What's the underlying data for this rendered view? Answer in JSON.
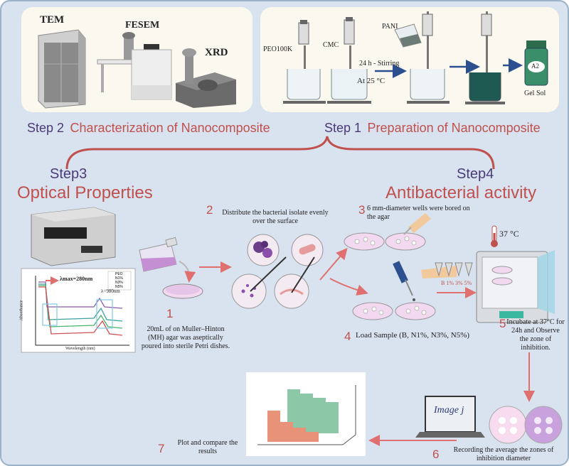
{
  "top_left_panel": {
    "tem_label": "TEM",
    "fesem_label": "FESEM",
    "xrd_label": "XRD"
  },
  "top_right_panel": {
    "peo_label": "PEO100K",
    "cmc_label": "CMC",
    "pani_label": "PANI",
    "stirring_label": "24 h - Stirring",
    "temperature_label": "At 25 °C",
    "vial_label": "A2",
    "gel_label": "Gel Sol"
  },
  "step2": {
    "number": "Step 2",
    "title": "Characterization of Nanocomposite"
  },
  "step1": {
    "number": "Step 1",
    "title": "Preparation of Nanocomposite"
  },
  "step3": {
    "number": "Step3",
    "title": "Optical Properties"
  },
  "step4": {
    "number": "Step4",
    "title": "Antibacterial activity"
  },
  "spectrum": {
    "lambda_max_label": "λmax=280nm",
    "peak2_label": "λ=980nm",
    "y_axis_label": "Absorbance",
    "x_axis_label": "Wavelength (nm)",
    "legend": [
      "PEO",
      "N1%",
      "N3%",
      "N5%"
    ]
  },
  "procedure": {
    "s1_num": "1",
    "s1_text": "20mL of on Muller–Hinton (MH) agar was aseptically poured into sterile Petri dishes.",
    "s2_num": "2",
    "s2_text": "Distribute the bacterial isolate evenly over the surface",
    "s3_num": "3",
    "s3_text": "6 mm-diameter wells were bored on the agar",
    "s4_num": "4",
    "s4_text": "Load Sample (B, N1%, N3%, N5%)",
    "s5_num": "5",
    "s5_text": "Incubate at 37°C for 24h and Observe the zone of inhibition.",
    "s6_num": "6",
    "s6_text": "Recording the average the zones of inhibition diameter",
    "s7_num": "7",
    "s7_text": "Plot and compare the results",
    "incubator_temp": "37 °C",
    "tube_labels": "B  1%  3%  5%",
    "software_label": "Image j"
  },
  "colors": {
    "background": "#d9e3ef",
    "panel": "#fbf9ef",
    "step_number": "#4a3a78",
    "step_title": "#c0504d",
    "arrow": "#e07070",
    "agar": "#e6c6e8",
    "bars_front": "#e8927a",
    "bars_back": "#8cc7a8"
  }
}
